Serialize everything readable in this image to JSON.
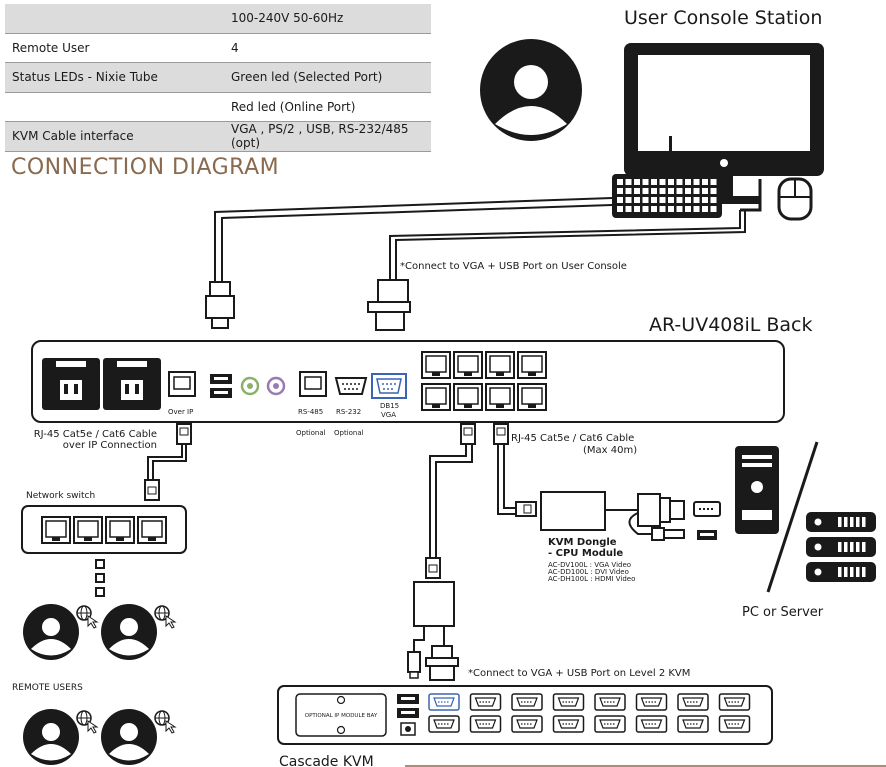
{
  "spec_table": {
    "rows": [
      {
        "label": "",
        "value": "100-240V 50-60Hz",
        "shaded": true
      },
      {
        "label": "Remote User",
        "value": "4",
        "shaded": false
      },
      {
        "label": "Status LEDs - Nixie Tube",
        "value": "Green led (Selected Port)",
        "shaded": true
      },
      {
        "label": "",
        "value": "Red led (Online Port)",
        "shaded": false
      },
      {
        "label": "KVM Cable interface",
        "value": "VGA , PS/2 , USB, RS-232/485 (opt)",
        "shaded": true
      }
    ]
  },
  "section_title": "CONNECTION DIAGRAM",
  "console": {
    "title": "User Console Station"
  },
  "notes": {
    "vga_usb_console": "*Connect to VGA + USB Port on User Console",
    "vga_usb_level2": "*Connect to VGA + USB Port on Level 2 KVM"
  },
  "kvm_back": {
    "title": "AR-UV408iL Back",
    "labels": {
      "over_ip": "Over IP",
      "rs485": "RS-485",
      "rs232": "RS-232",
      "db15": "DB15",
      "vga": "VGA",
      "optional_1": "Optional",
      "optional_2": "Optional"
    }
  },
  "cables": {
    "over_ip_1": "RJ-45 Cat5e / Cat6 Cable",
    "over_ip_2": "over IP Connection",
    "cat_1": "RJ-45 Cat5e / Cat6 Cable",
    "cat_2": "(Max 40m)"
  },
  "network_switch": "Network switch",
  "remote_users": "REMOTE USERS",
  "dongle": {
    "title_1": "KVM Dongle",
    "title_2": "- CPU Module",
    "models": [
      "AC-DV100L : VGA Video",
      "AC-DD100L : DVI Video",
      "AC-DH100L : HDMI Video"
    ]
  },
  "pc_server": "PC or Server",
  "cascade": {
    "title": "Cascade KVM",
    "ip_bay": "OPTIONAL IP MODULE BAY"
  },
  "colors": {
    "line": "#1a1a1a",
    "shade": "#dcdcdc",
    "title_brown": "#8a6a4e",
    "vga_blue": "#3a64b4",
    "ps2_purple": "#9a7ab0",
    "ps2_green": "#8ab06a"
  }
}
